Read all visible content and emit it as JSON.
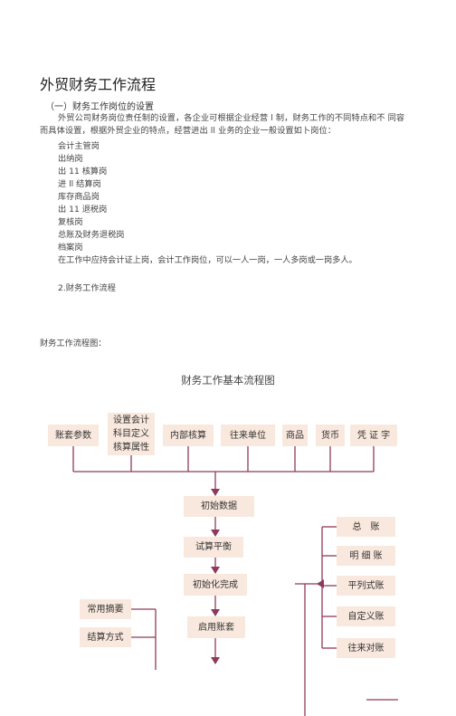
{
  "title": "外贸财务工作流程",
  "section1": "（一）财务工作岗位的设置",
  "paragraph1": "外贸公司财务岗位责任制的设置，各企业可根据企业经营 l 制，财务工作的不同特点和不 同容而具体设置，根据外贸企业的特点，经营进出 ll 业务的企业一般设置如卜岗位：",
  "positions": [
    "会计主管岗",
    "出纳岗",
    "出 11 核算岗",
    "进 ll 结算岗",
    "库存商品岗",
    "出 11 退税岗",
    "复核岗",
    "总账及财务退税岗",
    "档案岗"
  ],
  "paragraph2": "在工作中应持会计证上岗，会计工作岗位，可以一人一岗，一人多岗或一岗多人。",
  "step2": "2.财务工作流程",
  "flow_caption": "财务工作流程图：",
  "diagram": {
    "title": "财务工作基本流程图",
    "top_boxes": [
      "账套参数",
      "设置会计\n科目定义\n核算属性",
      "内部核算",
      "往来单位",
      "商品",
      "货币",
      "凭 证 字"
    ],
    "center_boxes": [
      "初始数据",
      "试算平衡",
      "初始化完成",
      "启用账套"
    ],
    "left_boxes": [
      "常用摘要",
      "结算方式"
    ],
    "right_boxes": [
      "总　账",
      "明 细 账",
      "平列式账",
      "自定义账",
      "往来对账"
    ],
    "colors": {
      "box_fill": "#f9e8dd",
      "line": "#8e3a5c"
    }
  }
}
